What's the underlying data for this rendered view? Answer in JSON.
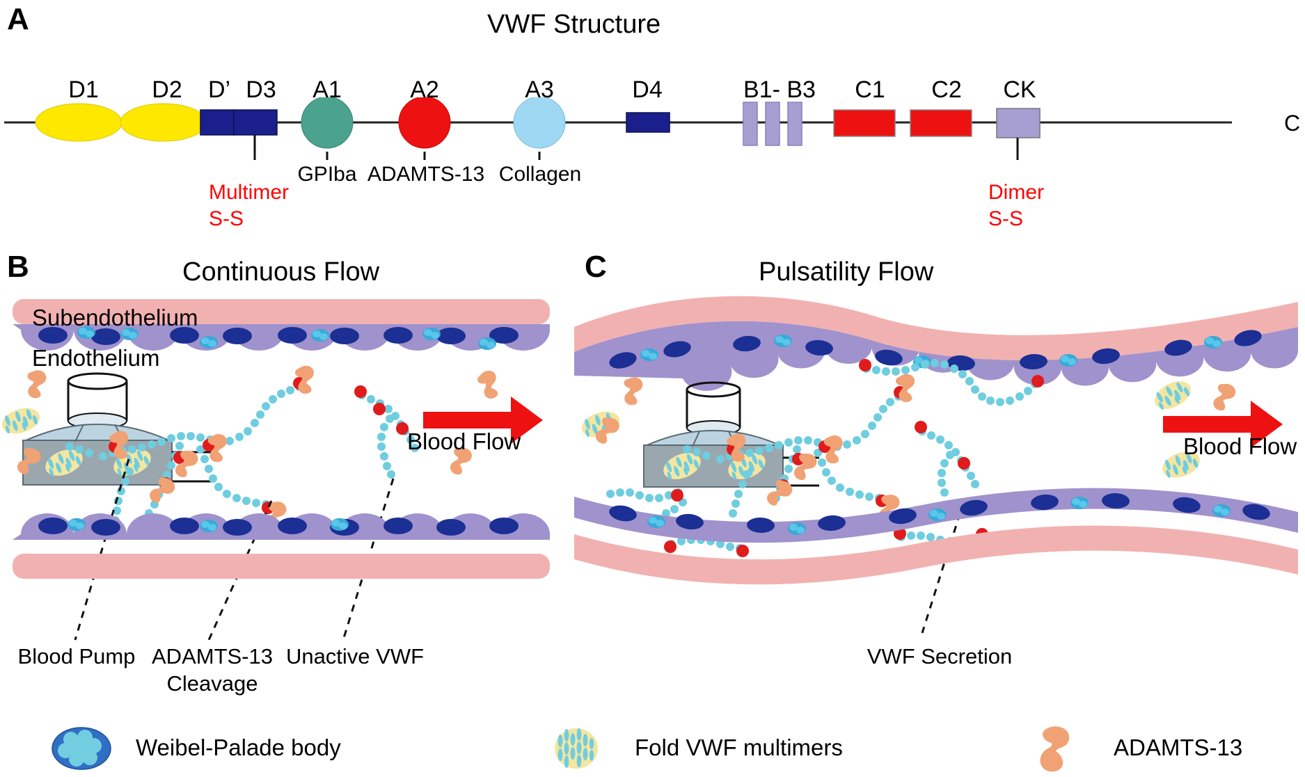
{
  "figure": {
    "panels": [
      {
        "letter": "A",
        "title": "VWF Structure"
      },
      {
        "letter": "B",
        "title": "Continuous Flow"
      },
      {
        "letter": "C",
        "title": "Pulsatility Flow"
      }
    ]
  },
  "panelA": {
    "letter": "A",
    "title": "VWF Structure",
    "c_terminus": "C",
    "domains": [
      {
        "name": "D1",
        "shape": "ellipse",
        "color": "#ffe800"
      },
      {
        "name": "D2",
        "shape": "ellipse",
        "color": "#ffe800"
      },
      {
        "name": "D’",
        "shape": "rect",
        "color": "#1a1f8c"
      },
      {
        "name": "D3",
        "shape": "rect",
        "color": "#1a1f8c"
      },
      {
        "name": "A1",
        "shape": "circle",
        "color": "#4aa28f"
      },
      {
        "name": "A2",
        "shape": "circle",
        "color": "#ee1111"
      },
      {
        "name": "A3",
        "shape": "circle",
        "color": "#9fd8f2"
      },
      {
        "name": "D4",
        "shape": "rect",
        "color": "#1a1f8c"
      },
      {
        "name": "B1- B3",
        "shape": "bars",
        "color": "#a79ed2"
      },
      {
        "name": "C1",
        "shape": "rect",
        "color": "#ee1111"
      },
      {
        "name": "C2",
        "shape": "rect",
        "color": "#ee1111"
      },
      {
        "name": "CK",
        "shape": "rect",
        "color": "#a79ed2"
      }
    ],
    "ligands": [
      {
        "label": "GPIba",
        "for": "A1"
      },
      {
        "label": "ADAMTS-13",
        "for": "A2"
      },
      {
        "label": "Collagen",
        "for": "A3"
      }
    ],
    "bonds": [
      {
        "line1": "Multimer",
        "line2": "S-S",
        "for": "D3",
        "color": "#ff0000"
      },
      {
        "line1": "Dimer",
        "line2": "S-S",
        "for": "CK",
        "color": "#ff0000"
      }
    ]
  },
  "panelB": {
    "letter": "B",
    "title": "Continuous Flow",
    "tissue": {
      "subendothelium": "Subendothelium",
      "endothelium": "Endothelium"
    },
    "flow_label": "Blood Flow",
    "callouts": [
      {
        "label": "Blood Pump"
      },
      {
        "label_line1": "ADAMTS-13",
        "label_line2": "Cleavage"
      },
      {
        "label": "Unactive VWF"
      }
    ]
  },
  "panelC": {
    "letter": "C",
    "title": "Pulsatility Flow",
    "flow_label": "Blood Flow",
    "callouts": [
      {
        "label": "VWF Secretion"
      }
    ]
  },
  "legend": [
    {
      "icon": "weibel-palade-body-icon",
      "label": "Weibel-Palade body"
    },
    {
      "icon": "fold-vwf-multimers-icon",
      "label": "Fold VWF multimers"
    },
    {
      "icon": "adamts13-icon",
      "label": "ADAMTS-13"
    }
  ],
  "colors": {
    "yellow_domain": "#ffe800",
    "navy_domain": "#1a1f8c",
    "teal_domain": "#4aa28f",
    "red_domain": "#ee1111",
    "lightblue_domain": "#9fd8f2",
    "purple_domain": "#a79ed2",
    "bond_red": "#ff0000",
    "subendothelium_pink": "#f2b1b1",
    "endothelium_purple": "#a092cc",
    "nucleus_blue": "#1b2f94",
    "wpb_blue": "#2f6fc4",
    "wpb_inner": "#72cde0",
    "vwf_chain": "#6fcde0",
    "adamts13_orange": "#f0a275",
    "cleave_red": "#e01b1b",
    "multimer_fold_yellow": "#f4e6a0",
    "arrow_red": "#ee1111",
    "pump_body": "#9aa7ae",
    "pump_top": "#bcd4e2"
  }
}
